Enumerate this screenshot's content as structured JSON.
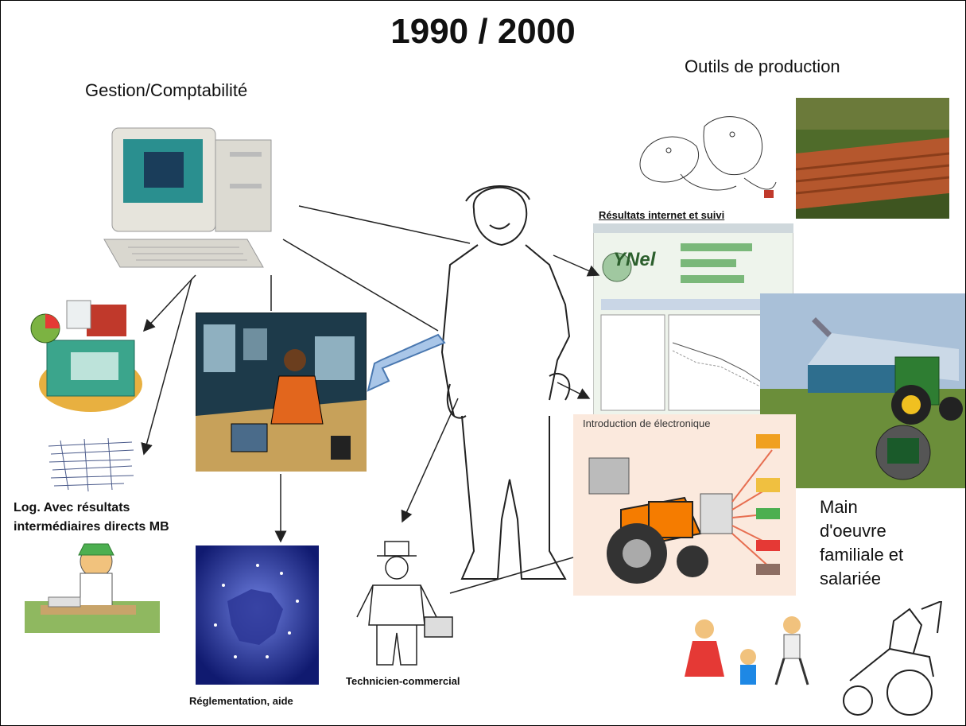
{
  "title": "1990 / 2000",
  "labels": {
    "gestion": "Gestion/Comptabilité",
    "outils": "Outils de production",
    "resultats": "Résultats internet et suivi",
    "introduction": "Introduction de électronique",
    "log_line1": "Log. Avec résultats",
    "log_line2": "intermédiaires directs MB",
    "main_line1": "Main",
    "main_line2": "d'oeuvre",
    "main_line3": "familiale et",
    "main_line4": "salariée",
    "reglementation": "Réglementation, aide",
    "technicien": "Technicien-commercial",
    "software_logo": "YNel"
  },
  "icons": [
    "computer-icon",
    "farmer-figure",
    "office-worker-illustration",
    "europe-map-icon",
    "salesman-icon",
    "tractor-electronics-icon",
    "satellite-tractor-photo",
    "field-photo",
    "animals-sketch",
    "family-clipart",
    "tractor-sketch",
    "accounting-clipart",
    "log-document-icon",
    "accountant-clipart"
  ]
}
